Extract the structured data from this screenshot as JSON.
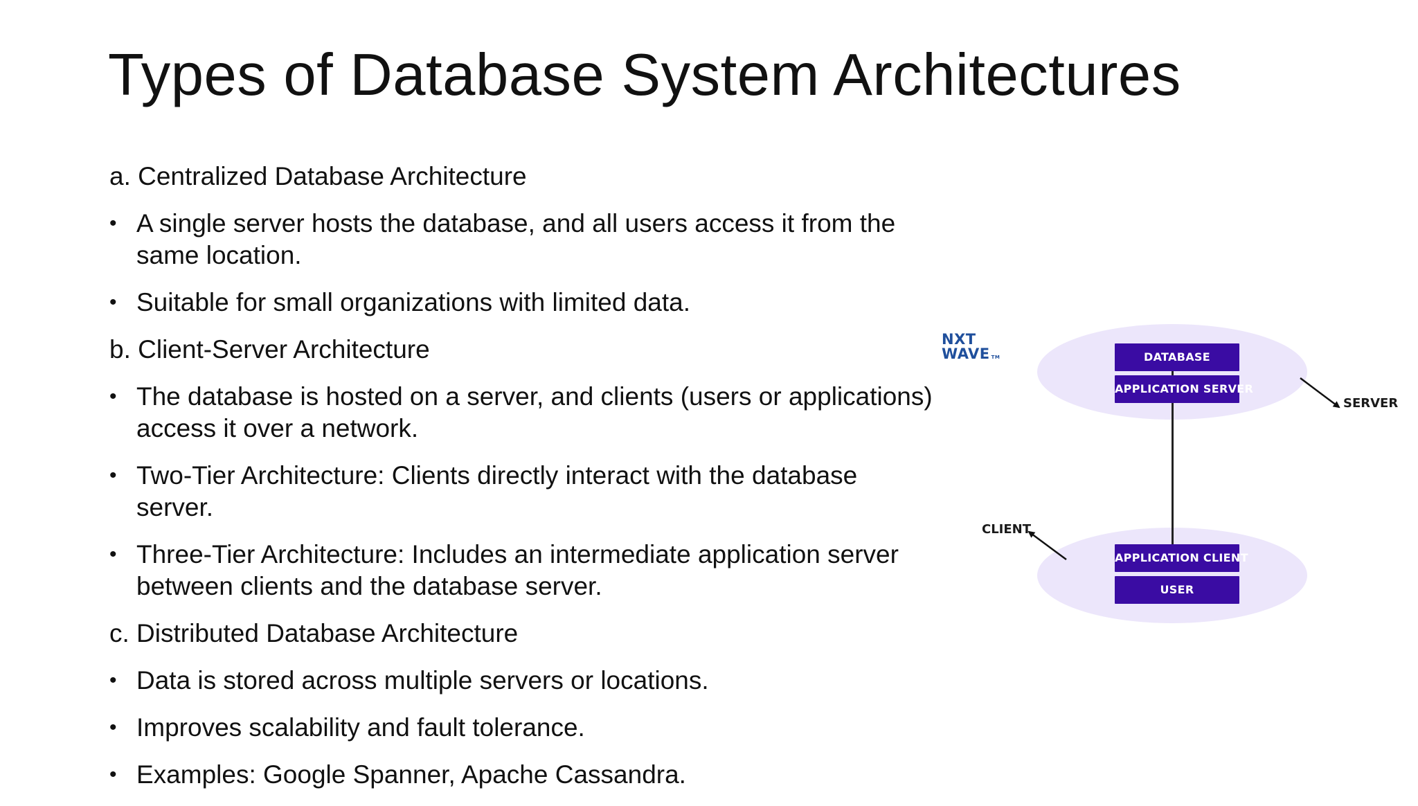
{
  "slide": {
    "title": "Types of Database System Architectures"
  },
  "sections": [
    {
      "heading": "a. Centralized Database Architecture",
      "bullets": [
        "A single server hosts the database, and all users access it from the same location.",
        "Suitable for small organizations with limited data."
      ]
    },
    {
      "heading": "b. Client-Server Architecture",
      "bullets": [
        "The database is hosted on a server, and clients (users or applications) access it over a network.",
        "Two-Tier Architecture: Clients directly interact with the database server.",
        "Three-Tier Architecture: Includes an intermediate application server between clients and the database server."
      ]
    },
    {
      "heading": "c. Distributed Database Architecture",
      "bullets": [
        "Data is stored across multiple servers or locations.",
        "Improves scalability and fault tolerance.",
        "Examples: Google Spanner, Apache Cassandra."
      ]
    }
  ],
  "bullet_symbol": "•",
  "diagram": {
    "logo_line1": "NXT",
    "logo_line2": "WAVE",
    "logo_tm": "TM",
    "boxes": {
      "database": "DATABASE",
      "application_server": "APPLICATION SERVER",
      "application_client": "APPLICATION CLIENT",
      "user": "USER"
    },
    "labels": {
      "server": "SERVER",
      "client": "CLIENT"
    },
    "colors": {
      "box_fill": "#3a0ca3",
      "ellipse_fill": "#ece6fb",
      "logo": "#1f4f9c"
    }
  }
}
